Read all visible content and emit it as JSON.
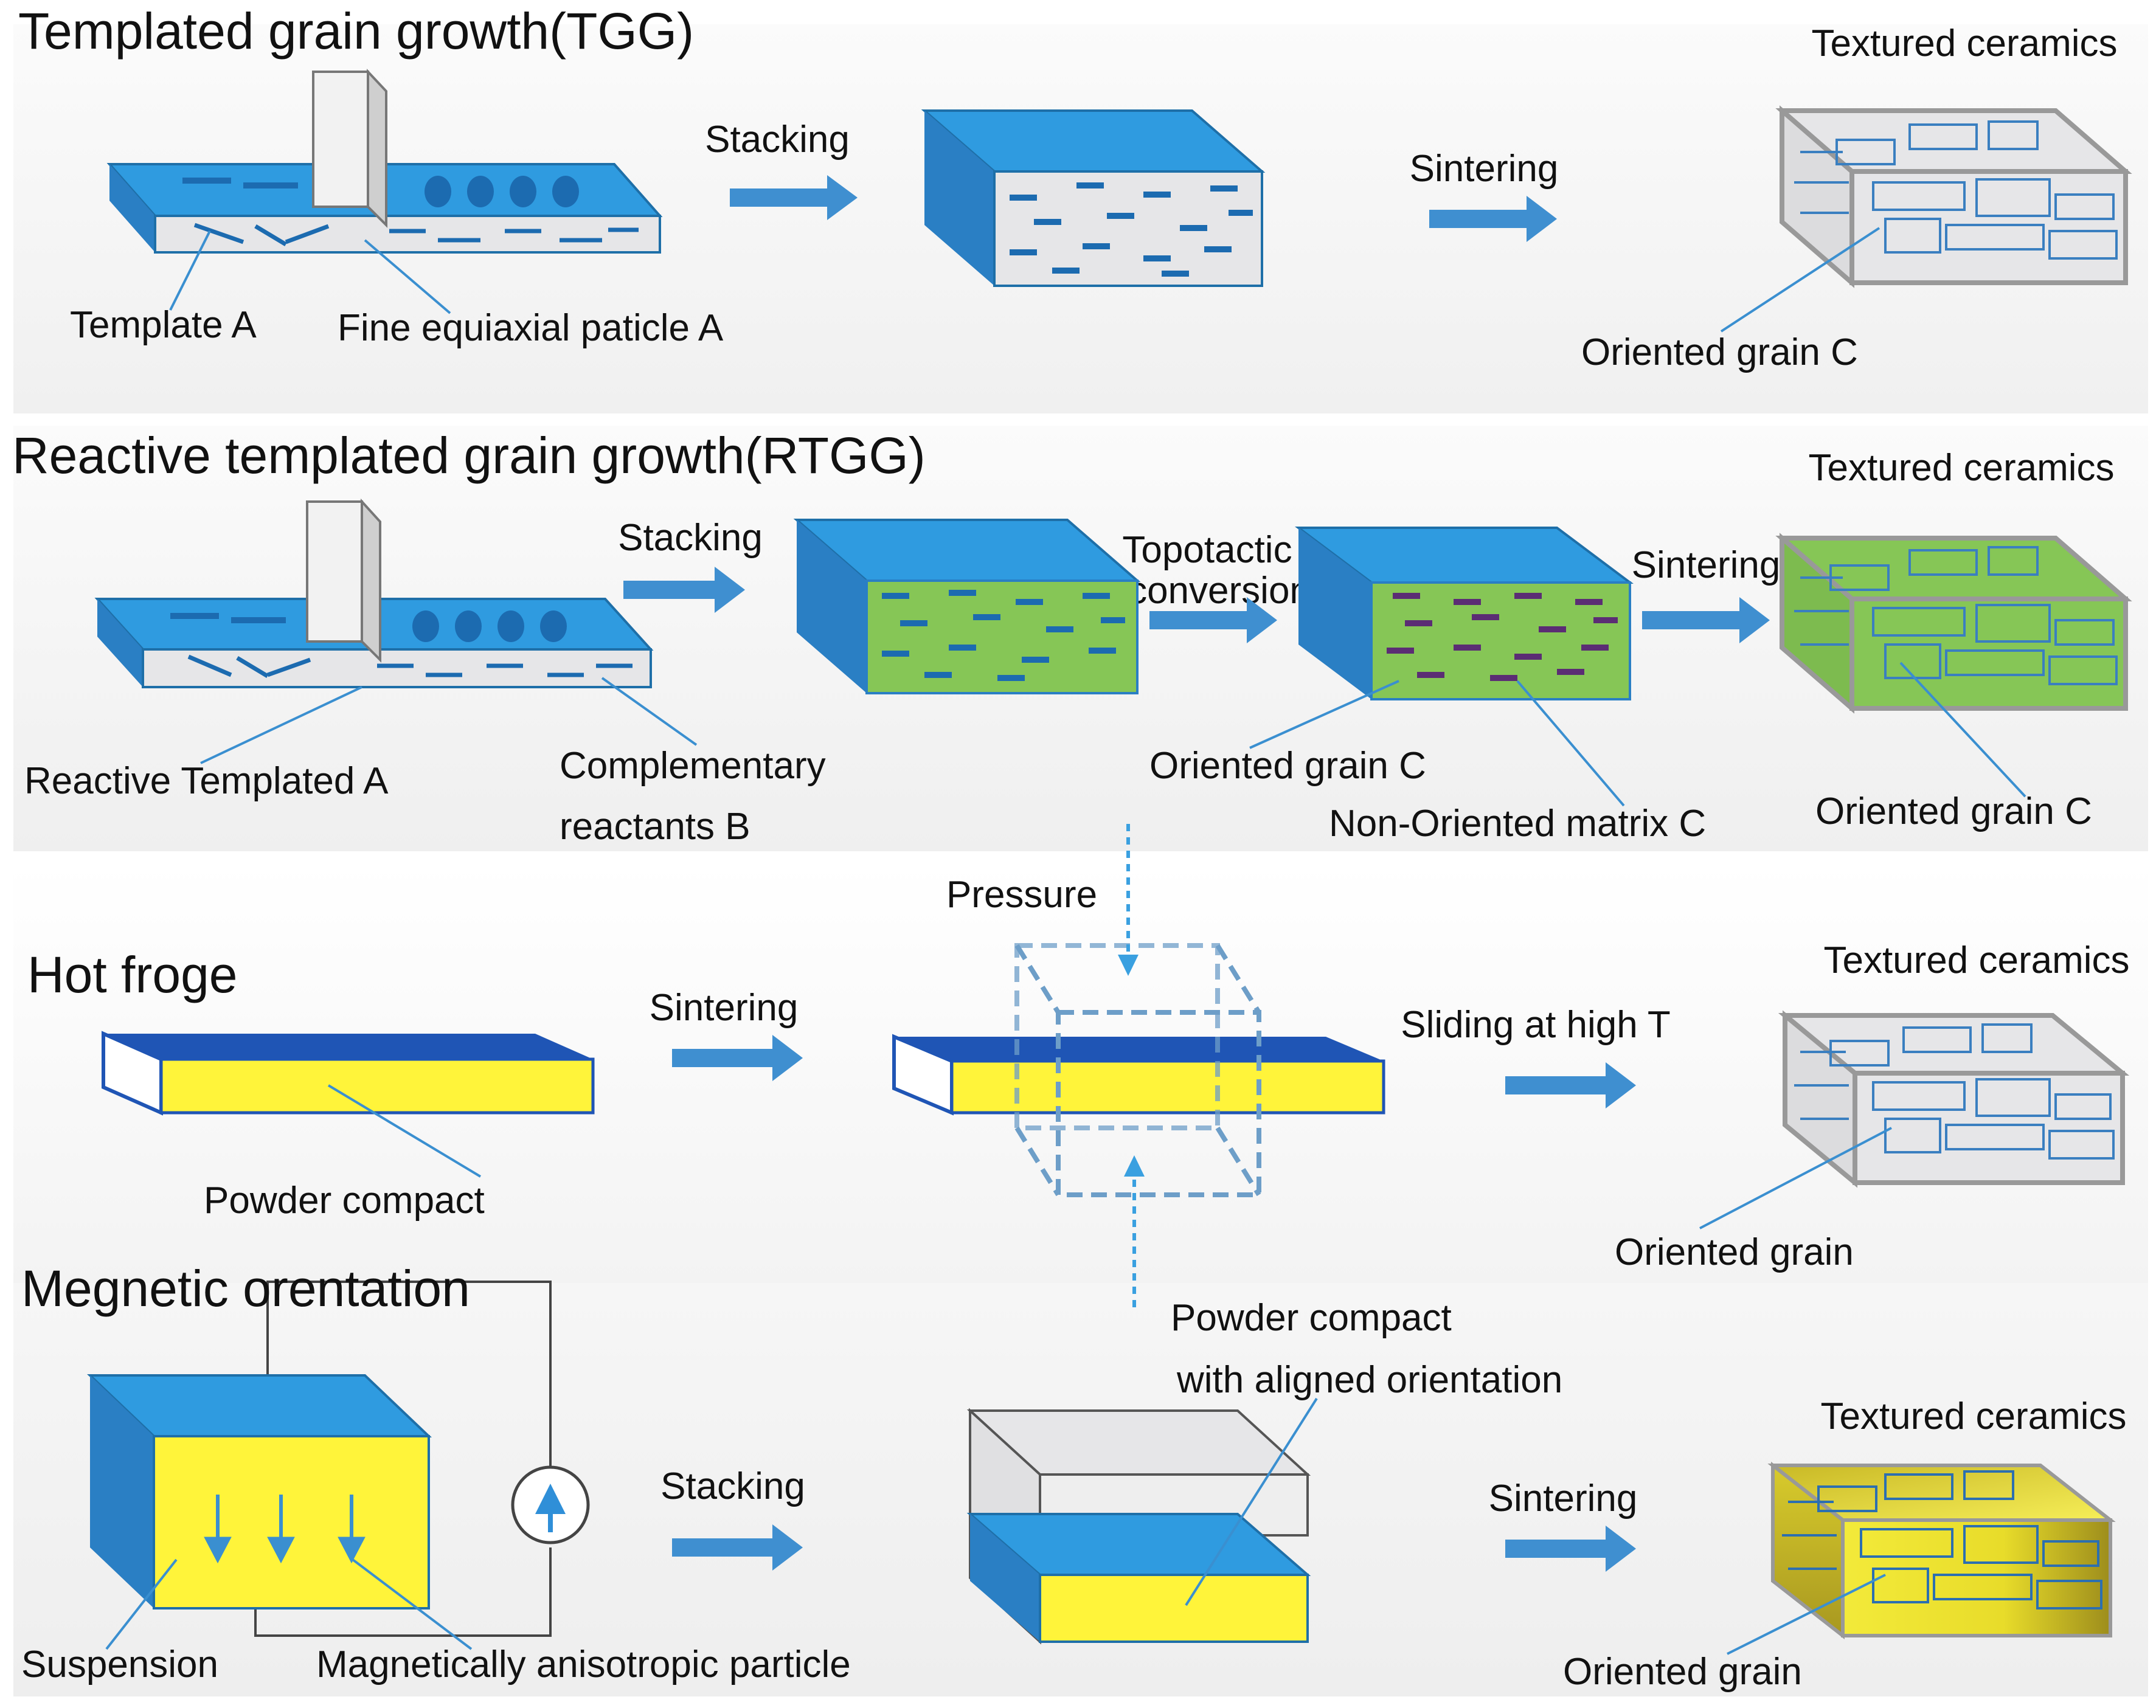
{
  "tgg": {
    "heading": "Templated grain growth(TGG)",
    "template": "Template A",
    "particle": "Fine equiaxial paticle A",
    "stacking": "Stacking",
    "sintering": "Sintering",
    "textured": "Textured ceramics",
    "oriented": "Oriented grain C"
  },
  "rtgg": {
    "heading": "Reactive templated grain growth(RTGG)",
    "template": "Reactive Templated A",
    "reactants_1": "Complementary",
    "reactants_2": "reactants B",
    "stacking": "Stacking",
    "topotactic_1": "Topotactic",
    "topotactic_2": "conversion",
    "sintering": "Sintering",
    "textured": "Textured ceramics",
    "oriented_mid": "Oriented grain C",
    "matrix": "Non-Oriented matrix C",
    "oriented_end": "Oriented grain C"
  },
  "hf": {
    "heading": "Hot froge",
    "sintering": "Sintering",
    "compact": "Powder compact",
    "pressure": "Pressure",
    "sliding": "Sliding at high T",
    "textured": "Textured ceramics",
    "oriented": "Oriented grain"
  },
  "mo": {
    "heading": "Megnetic orentation",
    "suspension": "Suspension",
    "particle": "Magnetically anisotropic particle",
    "stacking": "Stacking",
    "compact_1": "Powder compact",
    "compact_2": "with aligned orientation",
    "sintering": "Sintering",
    "textured": "Textured ceramics",
    "oriented": "Oriented grain"
  },
  "colors": {
    "blue_top": "#2f9be0",
    "blue_side": "#2a7fc4",
    "arrow": "#3f8fd0",
    "green": "#86c656",
    "yellow": "#fff43a",
    "gray_face": "#e6e6e8",
    "grain_line": "#3a7fc0"
  }
}
